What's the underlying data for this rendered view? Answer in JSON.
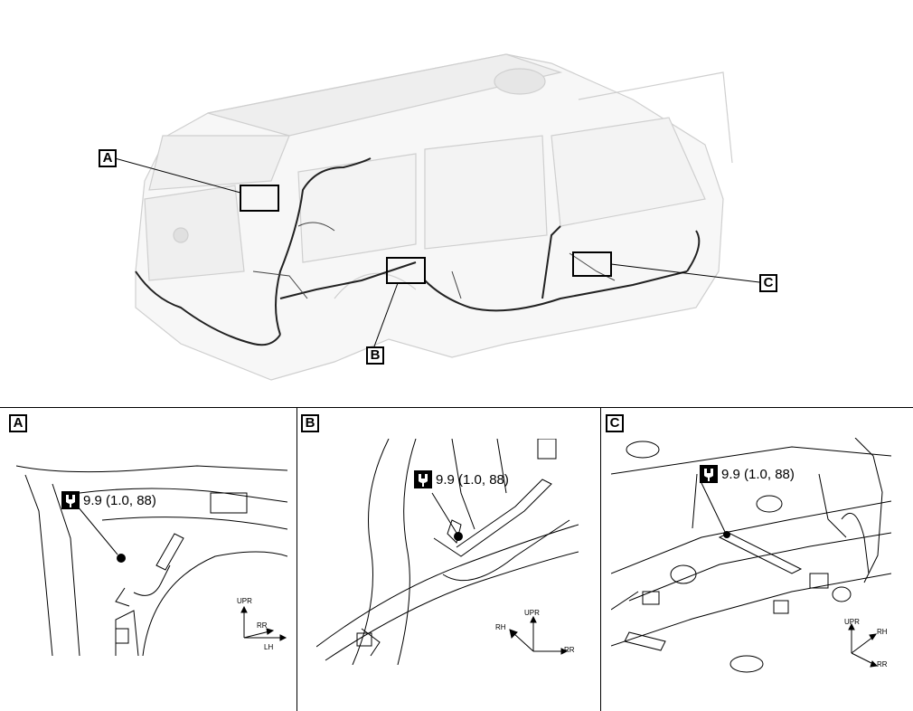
{
  "overview": {
    "callouts": [
      {
        "label": "A"
      },
      {
        "label": "B"
      },
      {
        "label": "C"
      }
    ]
  },
  "panels": [
    {
      "label": "A",
      "torque": "9.9 (1.0, 88)",
      "directions": {
        "up": "UPR",
        "side": "RR",
        "forward": "LH"
      }
    },
    {
      "label": "B",
      "torque": "9.9 (1.0, 88)",
      "directions": {
        "up": "UPR",
        "side": "RH",
        "forward": "RR"
      }
    },
    {
      "label": "C",
      "torque": "9.9 (1.0, 88)",
      "directions": {
        "up": "UPR",
        "side": "RH",
        "forward": "RR"
      }
    }
  ],
  "colors": {
    "line": "#000000",
    "body_light": "#dcdcdc",
    "body_mid": "#bdbdbd",
    "harness": "#222222"
  }
}
